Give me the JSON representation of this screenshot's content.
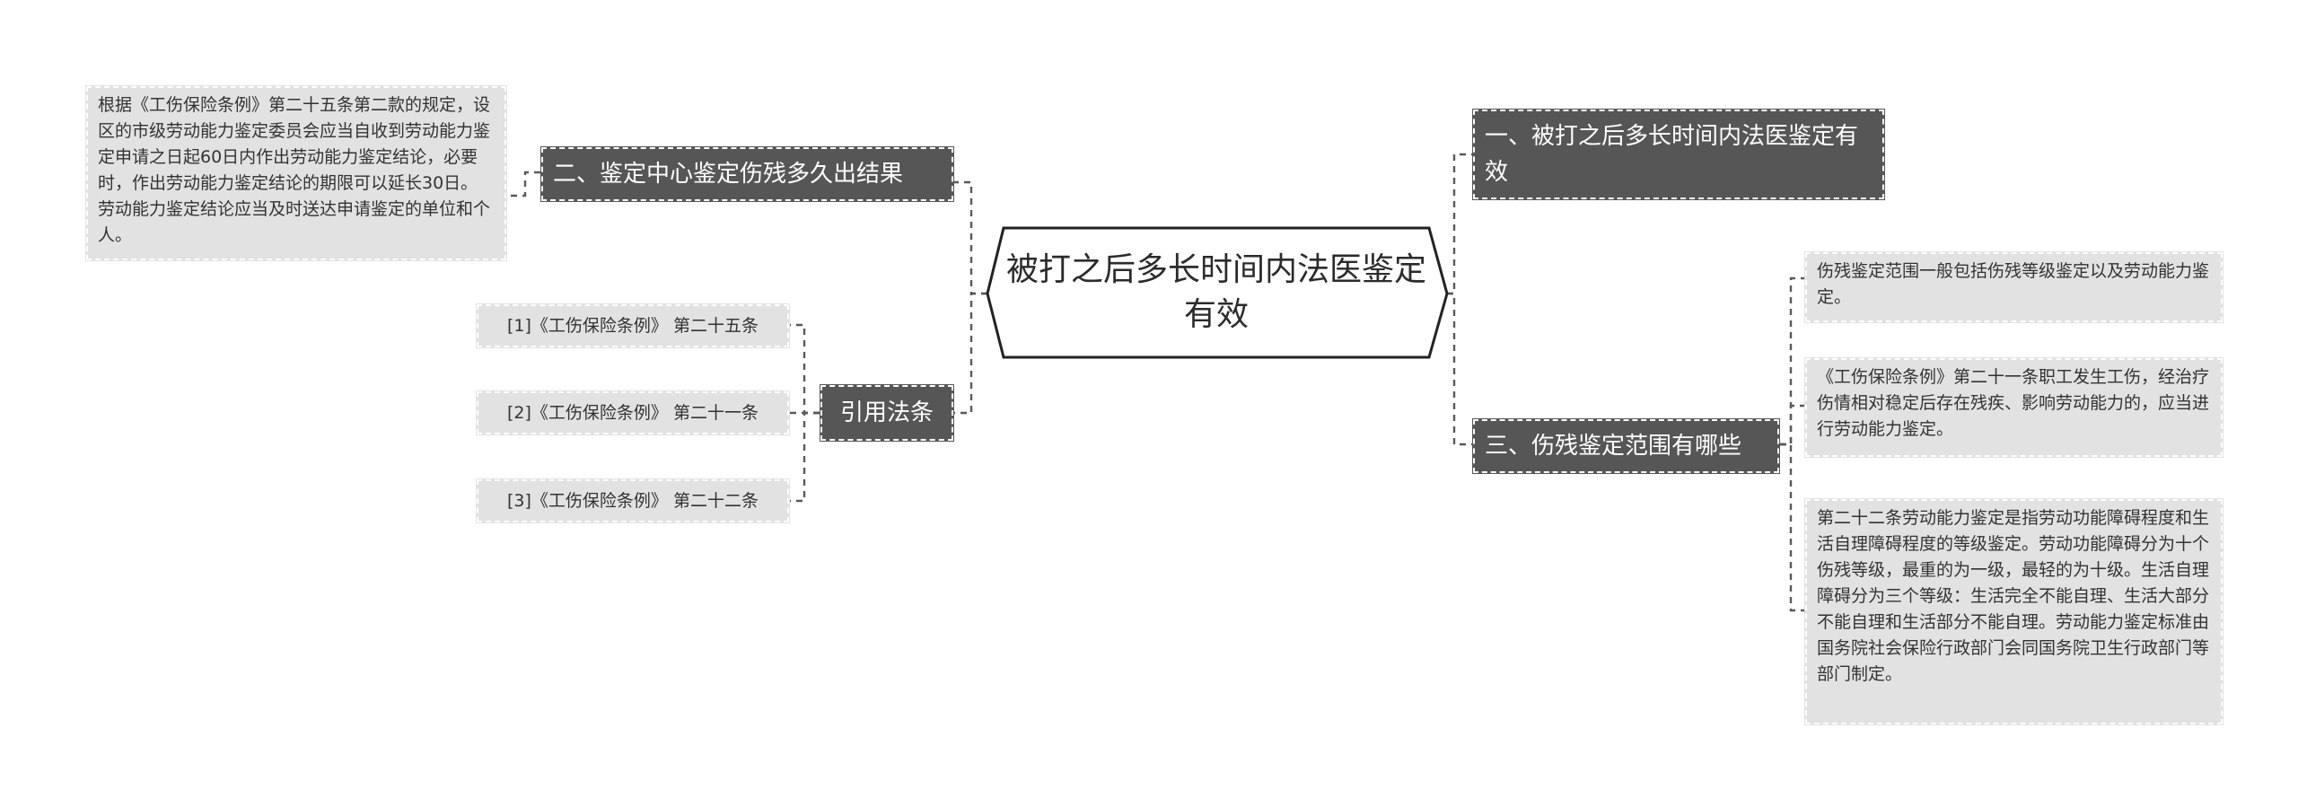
{
  "root": {
    "label": "被打之后多长时间内法医鉴定有效"
  },
  "topics": {
    "t1": {
      "label": "一、被打之后多长时间内法医鉴定有效"
    },
    "t2": {
      "label": "二、鉴定中心鉴定伤残多久出结果"
    },
    "t3": {
      "label": "三、伤残鉴定范围有哪些"
    },
    "cite": {
      "label": "引用法条"
    }
  },
  "details": {
    "t2_text": "根据《工伤保险条例》第二十五条第二款的规定，设区的市级劳动能力鉴定委员会应当自收到劳动能力鉴定申请之日起60日内作出劳动能力鉴定结论，必要时，作出劳动能力鉴定结论的期限可以延长30日。劳动能力鉴定结论应当及时送达申请鉴定的单位和个人。",
    "t3_items": [
      "伤残鉴定范围一般包括伤残等级鉴定以及劳动能力鉴定。",
      "《工伤保险条例》第二十一条职工发生工伤，经治疗伤情相对稳定后存在残疾、影响劳动能力的，应当进行劳动能力鉴定。",
      "第二十二条劳动能力鉴定是指劳动功能障碍程度和生活自理障碍程度的等级鉴定。劳动功能障碍分为十个伤残等级，最重的为一级，最轻的为十级。生活自理障碍分为三个等级：生活完全不能自理、生活大部分不能自理和生活部分不能自理。劳动能力鉴定标准由国务院社会保险行政部门会同国务院卫生行政部门等部门制定。"
    ],
    "cite_items": [
      "[1]《工伤保险条例》 第二十五条",
      "[2]《工伤保险条例》 第二十一条",
      "[3]《工伤保险条例》 第二十二条"
    ]
  },
  "colors": {
    "topic_fill": "#565656",
    "detail_fill": "#e2e2e2",
    "connector": "#5a5a5a",
    "root_border": "#222222"
  }
}
